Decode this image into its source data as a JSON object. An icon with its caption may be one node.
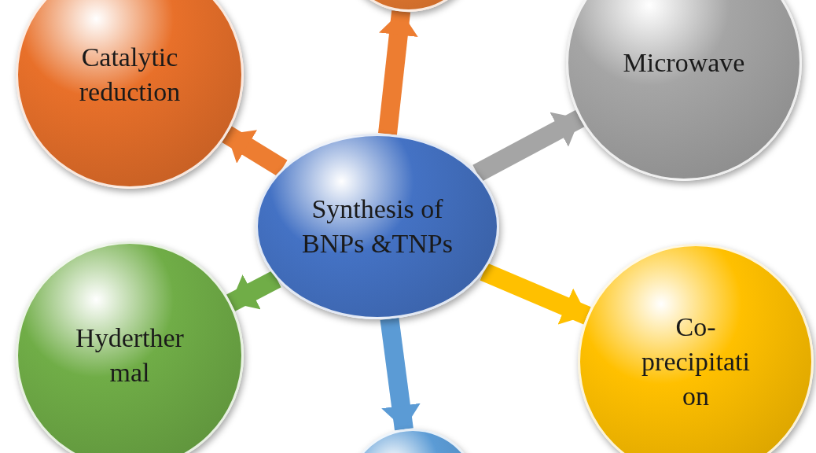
{
  "diagram": {
    "nodes": [
      {
        "text": [],
        "shape": "circle"
      },
      {
        "text": [
          "Catalytic reduction"
        ]
      },
      {
        "text": [
          "Microwave"
        ]
      },
      {
        "text": [
          "Synthesis of BNPs &TNPs"
        ]
      },
      {
        "text": [
          "Hyderther mal"
        ]
      },
      {
        "text": [
          "Co- precipitati on"
        ]
      },
      {
        "text": [],
        "shape": "circle"
      }
    ],
    "edges": [
      {
        "from": 3,
        "to": 0,
        "arrow": "to",
        "color": "#ed7d31"
      },
      {
        "from": 3,
        "to": 1,
        "arrow": "to",
        "color": "#ed7d31"
      },
      {
        "from": 3,
        "to": 2,
        "arrow": "to",
        "color": "#a5a5a5"
      },
      {
        "from": 3,
        "to": 4,
        "arrow": "to",
        "color": "#70ad47"
      },
      {
        "from": 3,
        "to": 5,
        "arrow": "to",
        "color": "#ffc000"
      },
      {
        "from": 3,
        "to": 6,
        "arrow": "to",
        "color": "#5b9bd5"
      }
    ]
  }
}
